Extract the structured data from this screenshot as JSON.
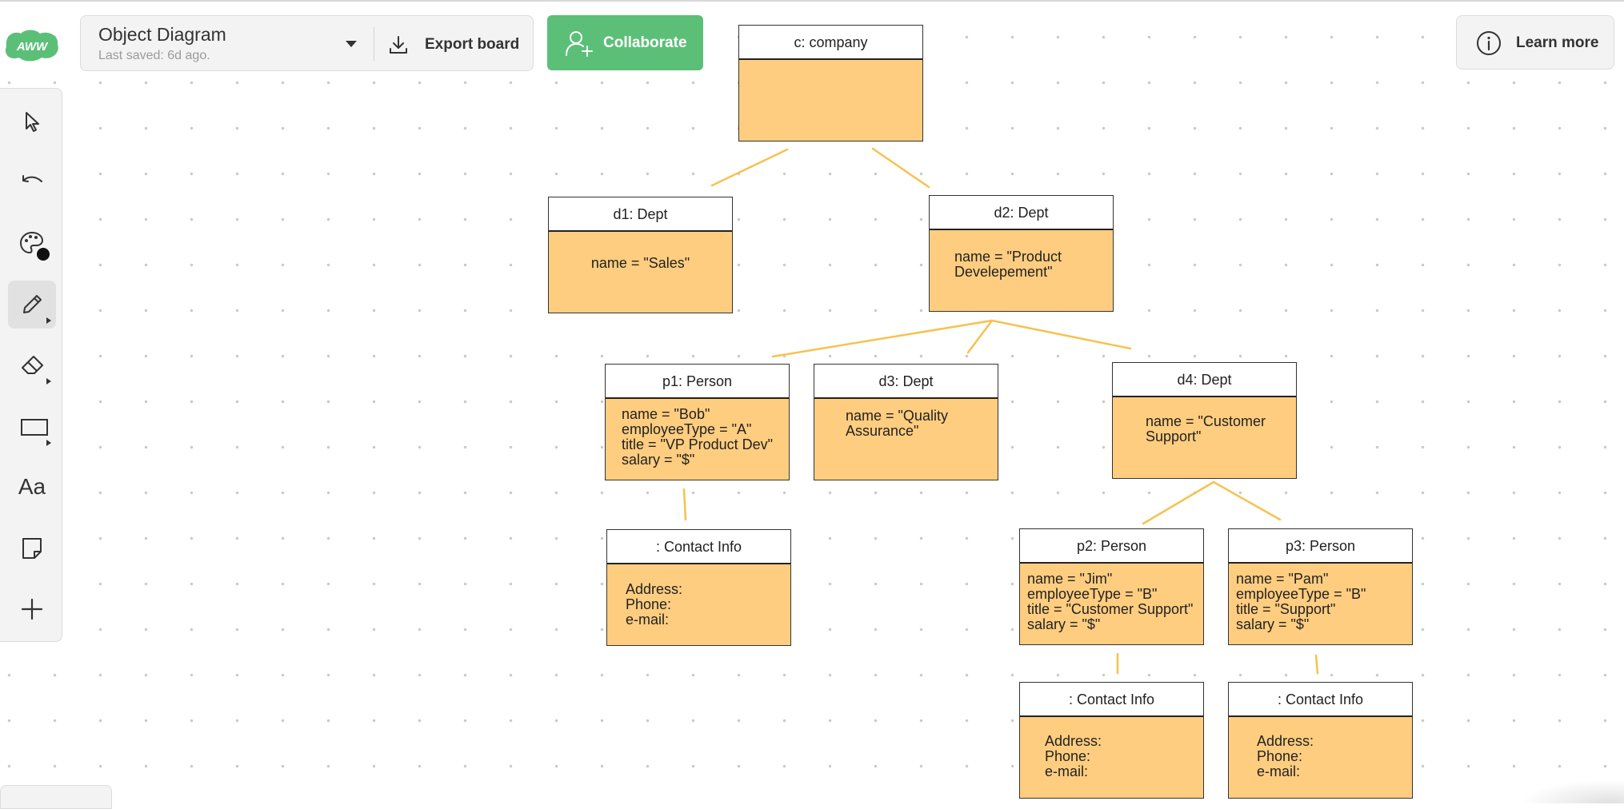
{
  "header": {
    "doc_title": "Object Diagram",
    "last_saved": "Last saved: 6d ago.",
    "export_label": "Export board",
    "collaborate_label": "Collaborate",
    "learn_more_label": "Learn more",
    "logo_text": "AWW"
  },
  "toolbar": {
    "tools": [
      "select-tool",
      "undo",
      "color-palette",
      "pen-tool",
      "eraser-tool",
      "rectangle-tool",
      "text-tool",
      "sticky-note-tool",
      "add-tool"
    ],
    "active_tool": "pen-tool",
    "text_tool_label": "Aa",
    "current_color": "#111111"
  },
  "diagram": {
    "box_fill": "#ffcd7f",
    "link_color": "#f6c24f",
    "company": {
      "title": "c: company",
      "body": ""
    },
    "d1": {
      "title": "d1: Dept",
      "body": "name = \"Sales\""
    },
    "d2": {
      "title": "d2: Dept",
      "body": "name = \"Product\nDevelepement\""
    },
    "p1": {
      "title": "p1: Person",
      "body": "name = \"Bob\"\nemployeeType = \"A\"\ntitle = \"VP Product Dev\"\nsalary = \"$\""
    },
    "d3": {
      "title": "d3: Dept",
      "body": "name = \"Quality\nAssurance\""
    },
    "d4": {
      "title": "d4: Dept",
      "body": "name = \"Customer\nSupport\""
    },
    "contact1": {
      "title": ": Contact Info",
      "body": "Address:\nPhone:\ne-mail:"
    },
    "p2": {
      "title": "p2: Person",
      "body": "name = \"Jim\"\nemployeeType = \"B\"\ntitle = \"Customer Support\"\nsalary = \"$\""
    },
    "p3": {
      "title": "p3: Person",
      "body": "name = \"Pam\"\nemployeeType = \"B\"\ntitle = \"Support\"\nsalary = \"$\""
    },
    "contact2": {
      "title": ": Contact Info",
      "body": "Address:\nPhone:\ne-mail:"
    },
    "contact3": {
      "title": ": Contact Info",
      "body": "Address:\nPhone:\ne-mail:"
    }
  }
}
